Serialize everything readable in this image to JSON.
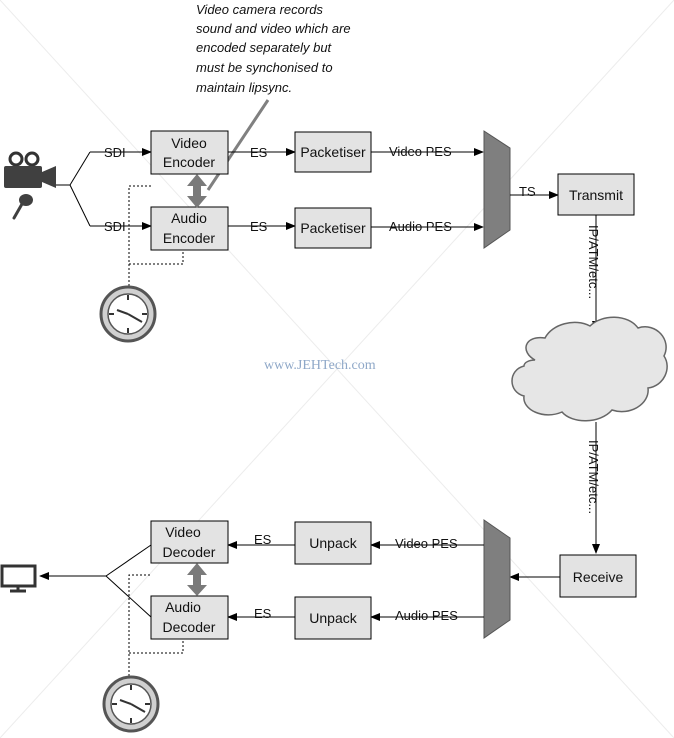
{
  "annotation": {
    "lines": [
      "Video camera records",
      "sound and video which are",
      "encoded separately but",
      "must be synchonised to",
      "maintain lipsync."
    ]
  },
  "watermark": "www.JEHTech.com",
  "encode": {
    "video_encoder": [
      "Video",
      "Encoder"
    ],
    "audio_encoder": [
      "Audio",
      "Encoder"
    ],
    "packetiser": "Packetiser",
    "sdi": "SDI",
    "es": "ES",
    "video_pes": "Video PES",
    "audio_pes": "Audio PES",
    "ts": "TS",
    "transmit": "Transmit"
  },
  "network": {
    "link_label": "IP/ATM/etc..."
  },
  "decode": {
    "receive": "Receive",
    "unpack": "Unpack",
    "video_decoder": [
      "Video",
      "Decoder"
    ],
    "audio_decoder": [
      "Audio",
      "Decoder"
    ],
    "es": "ES",
    "video_pes": "Video PES",
    "audio_pes": "Audio PES"
  },
  "icons": {
    "camera": "video-camera-icon",
    "microphone": "microphone-icon",
    "clock": "clock-icon",
    "monitor": "monitor-icon",
    "cloud": "network-cloud-icon"
  },
  "colors": {
    "box_fill": "#e3e3e3",
    "mux": "#7f7f7f",
    "line": "#000000",
    "watermark": "#8fa8c8"
  }
}
